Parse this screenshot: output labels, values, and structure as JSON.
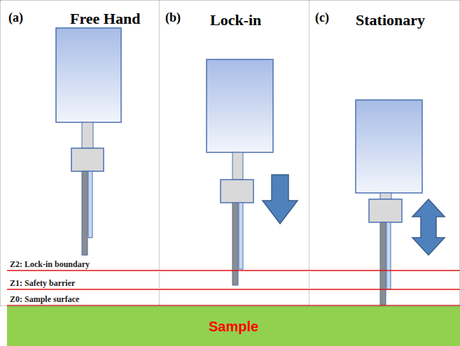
{
  "diagram": {
    "nodes": [
      {
        "text": [
          "(a)",
          "Free Hand"
        ]
      },
      {
        "text": [
          "(b)",
          "Lock-in"
        ]
      },
      {
        "text": [
          "(c)",
          "Stationary"
        ]
      },
      {
        "text": [
          "Sample"
        ]
      }
    ],
    "labels": [
      "Z2: Lock-in boundary",
      "Z1: Safety barrier",
      "Z0: Sample surface"
    ]
  }
}
